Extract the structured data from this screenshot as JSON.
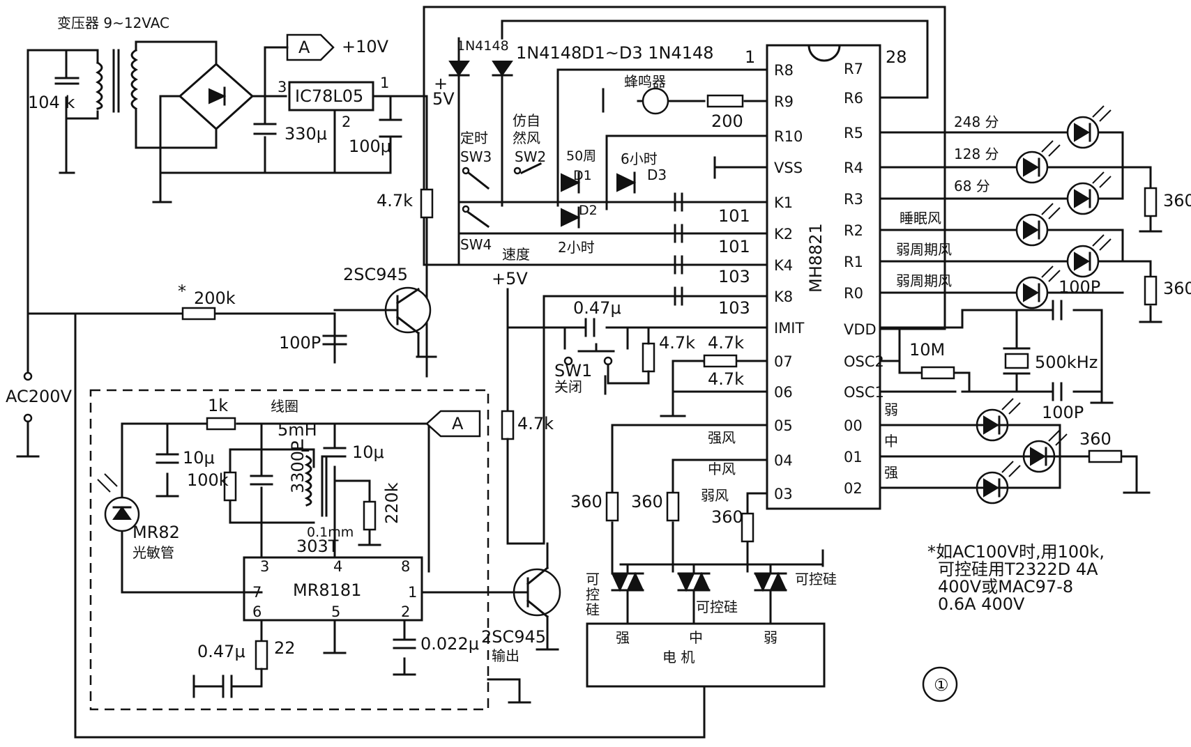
{
  "figure_number": "①",
  "power": {
    "transformer": "变压器 9~12VAC",
    "cap_primary": "104 k",
    "regulator": "IC78L05",
    "reg_pin_in": "3",
    "reg_pin_gnd": "2",
    "reg_pin_out": "1",
    "cap_in": "330μ",
    "cap_out": "100μ",
    "plus_sign": "+",
    "v5": "5V",
    "v10": "+10V",
    "connector": "A",
    "ac_input": "AC200V"
  },
  "control": {
    "diode_a": "1N4148",
    "diode_b": "1N4148",
    "diode_range": "D1~D3  1N4148",
    "pin1": "1",
    "pin28": "28",
    "buzzer": "蜂鸣器",
    "buzzer_res": "200",
    "sw3_name": "定时",
    "sw3": "SW3",
    "sw2_name_1": "仿自",
    "sw2_name_2": "然风",
    "sw2": "SW2",
    "sw4": "SW4",
    "speed": "速度",
    "d1_label": "50周",
    "d1": "D1",
    "d2": "D2",
    "d3_label": "6小时",
    "d3": "D3",
    "d2_label": "2小时",
    "r_47k_top": "4.7k",
    "transistor_top": "2SC945",
    "r_200k_star": "*",
    "r_200k": "200k",
    "cap_100p": "100P",
    "plus5v": "+5V",
    "cap_047": "0.47μ",
    "sw1": "SW1",
    "sw1_name": "关闭",
    "r_47k_a": "4.7k",
    "r_47k_b": "4.7k",
    "r_47k_c": "4.7k",
    "r_47k_d": "4.7k",
    "caps": [
      "101",
      "101",
      "103",
      "103"
    ]
  },
  "ic_mh8821": {
    "name": "MH8821",
    "left_pins": [
      "R8",
      "R9",
      "R10",
      "VSS",
      "K1",
      "K2",
      "K4",
      "K8",
      "IMIT",
      "07",
      "06",
      "05",
      "04",
      "03"
    ],
    "right_pins": [
      "R7",
      "R6",
      "R5",
      "R4",
      "R3",
      "R2",
      "R1",
      "R0",
      "VDD",
      "OSC2",
      "OSC1",
      "00",
      "01",
      "02"
    ]
  },
  "outputs": {
    "led_labels": [
      "248 分",
      "128 分",
      "68 分",
      "睡眠风",
      "弱周期风",
      "弱周期风"
    ],
    "res_360_a": "360",
    "res_360_b": "360",
    "res_10m": "10M",
    "crystal": "500kHz",
    "cap_osc_top": "100P",
    "cap_osc_bot": "100P",
    "speed_weak": "弱",
    "speed_mid": "中",
    "speed_strong": "强",
    "res_360_c": "360"
  },
  "drive": {
    "strong_wind": "强风",
    "mid_wind": "中风",
    "weak_wind": "弱风",
    "res": [
      "360",
      "360",
      "360"
    ],
    "scr_1a": "可",
    "scr_1b": "控",
    "scr_1c": "硅",
    "scr_mid": "可控硅",
    "scr_right": "可控硅",
    "motor": "电    机",
    "motor_strong": "强",
    "motor_mid": "中",
    "motor_weak": "弱"
  },
  "receiver": {
    "res_1k": "1k",
    "coil": "线圈",
    "coil_l": "5mH",
    "coil_sym": "L",
    "cap_10u_a": "10μ",
    "cap_10u_b": "10μ",
    "res_100k": "100k",
    "cap_3300p": "3300P",
    "wire": "0.1mm",
    "turns": "303T",
    "res_220k": "220k",
    "photo": "MR82",
    "photo_cn": "光敏管",
    "ic": "MR8181",
    "pins": [
      "3",
      "4",
      "8",
      "7",
      "1",
      "6",
      "5",
      "2"
    ],
    "cap_047": "0.47μ",
    "res_22": "22",
    "cap_0022": "0.022μ",
    "r_47k": "4.7k",
    "transistor": "2SC945",
    "output": "输出",
    "connector": "A"
  },
  "note": {
    "line1": "*如AC100V时,用100k,",
    "line2": "可控硅用T2322D 4A",
    "line3": "400V或MAC97-8",
    "line4": "0.6A 400V"
  }
}
